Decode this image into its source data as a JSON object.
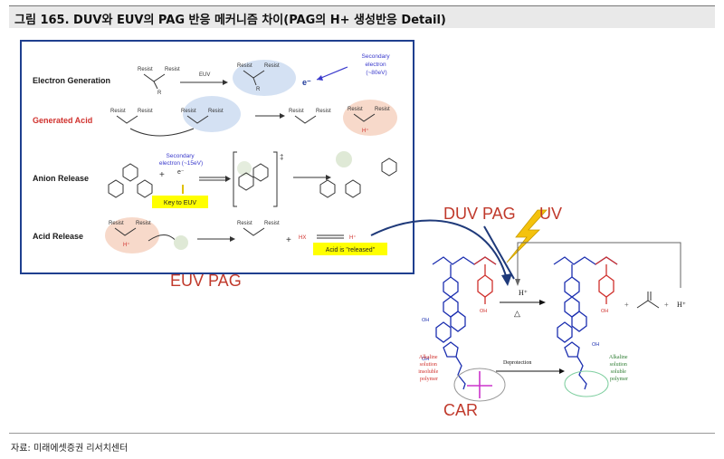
{
  "title": "그림 165. DUV와 EUV의 PAG 반응 메커니즘 차이(PAG의 H+ 생성반응 Detail)",
  "source": "자료: 미래에셋증권 리서치센터",
  "euv_panel": {
    "rows": [
      {
        "label": "Electron Generation",
        "color": "#1a1a1a"
      },
      {
        "label": "Generated Acid",
        "color": "#d0312d"
      },
      {
        "label": "Anion Release",
        "color": "#1a1a1a"
      },
      {
        "label": "Acid Release",
        "color": "#1a1a1a"
      }
    ],
    "resist": "Resist",
    "euv_arrow": "EUV",
    "electron": "e⁻",
    "secondary_80": "Secondary\nelectron\n(~80eV)",
    "secondary_15": "Secondary\nelectron (~15eV)",
    "key_to_euv": "Key to EUV",
    "acid_released": "Acid is \"released\"",
    "hx": "HX",
    "h_plus": "H⁺",
    "dagger": "‡",
    "r_label": "R"
  },
  "euv_pag_label": "EUV PAG",
  "duv_pag_label": "DUV PAG",
  "uv_label": "UV",
  "car_label": "CAR",
  "car_panel": {
    "h_plus": "H⁺",
    "delta": "△",
    "deprotection": "Deprotection",
    "oh": "OH",
    "insoluble": "Alkaline\nsolution\ninsoluble\npolymer",
    "soluble": "Alkaline\nsolution\nsoluble\npolymer",
    "plus": "+",
    "h_plus_product": "H⁺"
  },
  "colors": {
    "title_bg": "#e9e9e9",
    "box_border": "#1f3f8f",
    "accent_red": "#c0392b",
    "polymer_blue": "#1c2fb0",
    "polymer_red": "#d0312d",
    "arrow_navy": "#1f3a7a",
    "highlight_yellow": "#ffff00",
    "lightning": "#f4c20d",
    "soluble_green": "#2e7d32"
  }
}
